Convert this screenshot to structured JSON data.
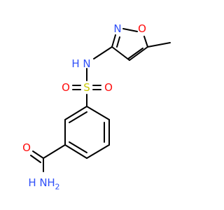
{
  "molecule": {
    "atoms": {
      "n_ring": "N",
      "o_ring": "O",
      "n_amine": "N",
      "h_amine": "H",
      "sulfur": "S",
      "o_sulfonyl_left": "O",
      "o_sulfonyl_right": "O",
      "o_amide": "O",
      "n_amide": "N",
      "h_amide": "H",
      "h2_amide": "H",
      "sub_2": "2"
    },
    "colors": {
      "nitrogen": "#3050F8",
      "oxygen": "#FF0D0D",
      "sulfur": "#C8C800",
      "bond": "#000000"
    }
  }
}
